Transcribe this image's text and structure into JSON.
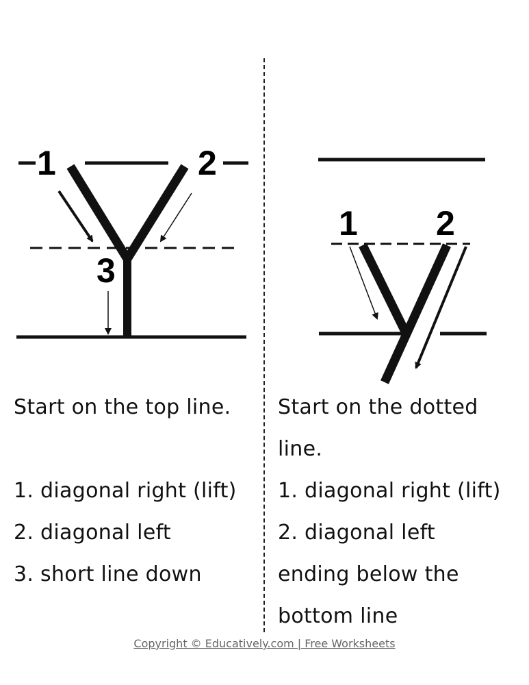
{
  "left": {
    "stroke_labels": [
      "1",
      "2",
      "3"
    ],
    "intro": "Start on the top line.",
    "steps": [
      "1. diagonal right (lift)",
      "2. diagonal left",
      "3. short line down"
    ]
  },
  "right": {
    "stroke_labels": [
      "1",
      "2"
    ],
    "intro_line1": "Start on the dotted",
    "intro_line2": "line.",
    "steps": [
      "1. diagonal right (lift)",
      "2. diagonal left",
      "ending below the",
      "bottom line"
    ]
  },
  "footer": "Copyright © Educatively.com | Free Worksheets"
}
